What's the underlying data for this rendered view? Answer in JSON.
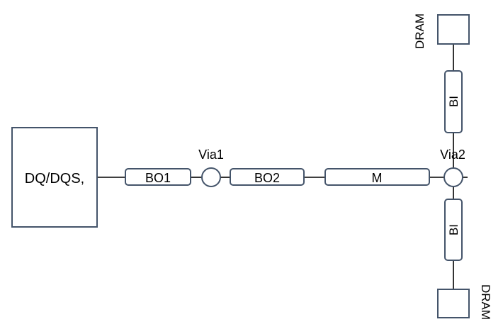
{
  "diagram": {
    "source": {
      "label": "DQ/DQS,"
    },
    "segments": {
      "bo1": "BO1",
      "bo2": "BO2",
      "main": "M",
      "branch_top": "BI",
      "branch_bottom": "BI"
    },
    "vias": {
      "via1": "Via1",
      "via2": "Via2"
    },
    "loads": {
      "top": "DRAM",
      "bottom": "DRAM"
    },
    "colors": {
      "outline": "#44546a",
      "wire": "#000000",
      "background": "#ffffff"
    }
  }
}
